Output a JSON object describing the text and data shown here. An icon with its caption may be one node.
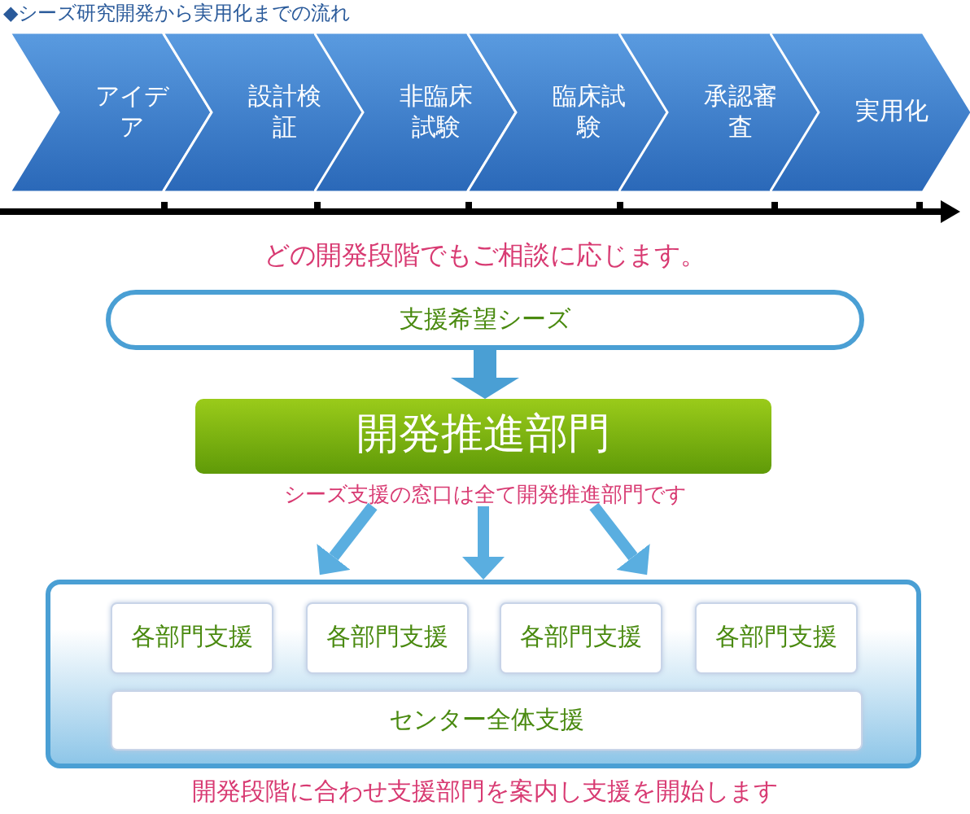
{
  "diagram": {
    "title": "◆シーズ研究開発から実用化までの流れ",
    "nodes": [
      {
        "text": [
          "アイデア"
        ]
      },
      {
        "text": [
          "設計検証"
        ]
      },
      {
        "text": [
          "非臨床試験"
        ]
      },
      {
        "text": [
          "臨床試験"
        ]
      },
      {
        "text": [
          "承認審査"
        ]
      },
      {
        "text": [
          "実用化"
        ]
      },
      {
        "text": [
          "支援希望シーズ"
        ]
      },
      {
        "text": [
          "開発推進部門"
        ],
        "beside": [
          "シーズ支援の窓口は全て開発推進部門です"
        ]
      },
      {
        "text": [],
        "shape": "box",
        "beside": [
          "開発段階に合わせ支援部門を案内し支援を開始します"
        ]
      },
      {
        "text": [
          "各部門支援"
        ],
        "in": 8
      },
      {
        "text": [
          "各部門支援"
        ],
        "in": 8
      },
      {
        "text": [
          "各部門支援"
        ],
        "in": 8
      },
      {
        "text": [
          "各部門支援"
        ],
        "in": 8
      },
      {
        "text": [
          "センター全体支援"
        ],
        "in": 8
      }
    ],
    "edges": [
      {
        "from": 6,
        "to": 7,
        "arrow": "to",
        "style": "thick"
      },
      {
        "from": 7,
        "to": 8,
        "arrow": "to"
      },
      {
        "from": 7,
        "to": 8,
        "arrow": "to"
      },
      {
        "from": 7,
        "to": 8,
        "arrow": "to"
      }
    ],
    "labels": [
      "どの開発段階でもご相談に応じます。"
    ]
  }
}
